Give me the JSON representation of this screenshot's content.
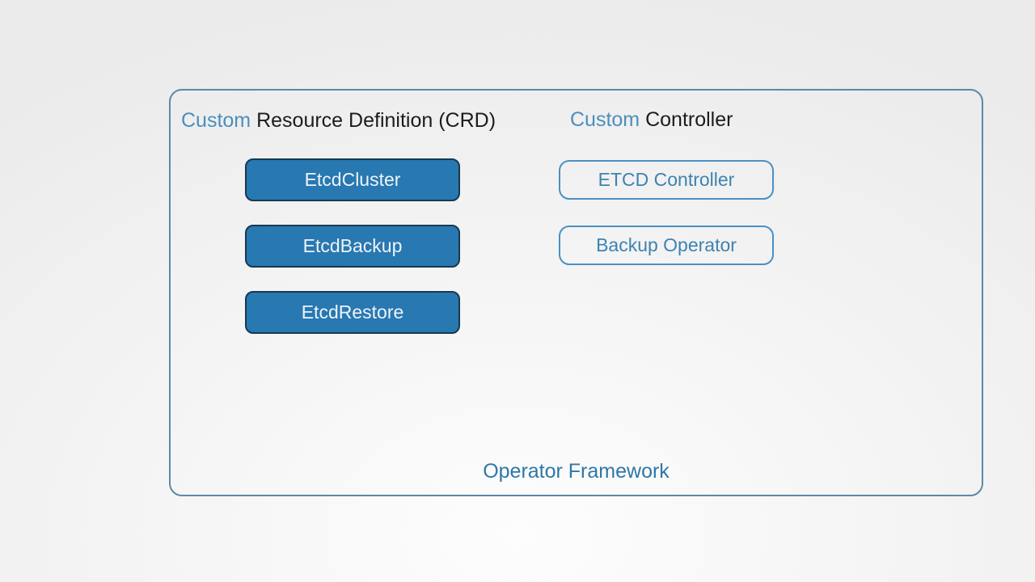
{
  "diagram": {
    "container_label": "Operator Framework",
    "colors": {
      "frame_border": "#5d89a6",
      "accent_heading": "#4a8fbe",
      "heading_text": "#1c1c1c",
      "filled_node_bg": "#2878b2",
      "filled_node_border": "#17394f",
      "filled_node_text": "#eef3f8",
      "outlined_node_border": "#4a90c4",
      "outlined_node_text": "#3d83b0",
      "footer_text": "#2f77a8",
      "page_bg_center": "#fdfdfd",
      "page_bg_edge": "#ebebeb"
    },
    "columns": [
      {
        "heading": {
          "highlight": "Custom",
          "rest": "Resource Definition (CRD)"
        },
        "style": "filled",
        "items": [
          "EtcdCluster",
          "EtcdBackup",
          "EtcdRestore"
        ]
      },
      {
        "heading": {
          "highlight": "Custom",
          "rest": "Controller"
        },
        "style": "outlined",
        "items": [
          "ETCD Controller",
          "Backup Operator"
        ]
      }
    ]
  }
}
